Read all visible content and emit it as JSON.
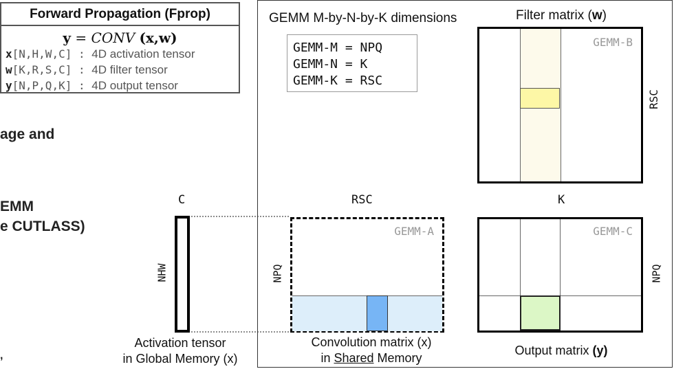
{
  "fprop": {
    "title": "Forward Propagation (Fprop)",
    "equation": {
      "lhs": "y",
      "equals": " = ",
      "func": "CONV",
      "args": "(x,w)"
    },
    "tensors": [
      {
        "var": "x",
        "dims": "[N,H,W,C]",
        "sep": " : ",
        "desc": "4D activation tensor"
      },
      {
        "var": "w",
        "dims": "[K,R,S,C]",
        "sep": " : ",
        "desc": "4D filter tensor"
      },
      {
        "var": "y",
        "dims": "[N,P,Q,K]",
        "sep": " : ",
        "desc": "4D output tensor"
      }
    ]
  },
  "left_partial_text": {
    "line1": "age and",
    "line2": "EMM",
    "line3": "e CUTLASS)",
    "line4": ","
  },
  "activation": {
    "top_label": "C",
    "side_label": "NHW",
    "caption_line1": "Activation tensor",
    "caption_line2": "in Global Memory (x)"
  },
  "panel": {
    "heading": "GEMM M-by-N-by-K dimensions",
    "dims": [
      {
        "name": "GEMM-M",
        "eq": " = ",
        "value": "NPQ"
      },
      {
        "name": "GEMM-N",
        "eq": " = ",
        "value": "K"
      },
      {
        "name": "GEMM-K",
        "eq": " = ",
        "value": "RSC"
      }
    ],
    "filter": {
      "title_prefix": "Filter matrix (",
      "title_var": "w",
      "title_suffix": ")",
      "tag": "GEMM-B",
      "side_label": "RSC",
      "bottom_label": "K"
    },
    "conv": {
      "top_label": "RSC",
      "tag": "GEMM-A",
      "side_label": "NPQ",
      "caption_line1": "Convolution matrix (x)",
      "caption_line2_prefix": "in ",
      "caption_line2_underlined": "Shared",
      "caption_line2_suffix": " Memory"
    },
    "output": {
      "tag": "GEMM-C",
      "side_label": "NPQ",
      "caption_prefix": "Output matrix ",
      "caption_var": "(y)"
    }
  },
  "colors": {
    "tile_yellow": "#fdf7a6",
    "column_cream": "#fdfaeb",
    "row_lightblue": "#ddeefa",
    "tile_blue": "#77b5f5",
    "tile_green": "#dcf7c6"
  }
}
